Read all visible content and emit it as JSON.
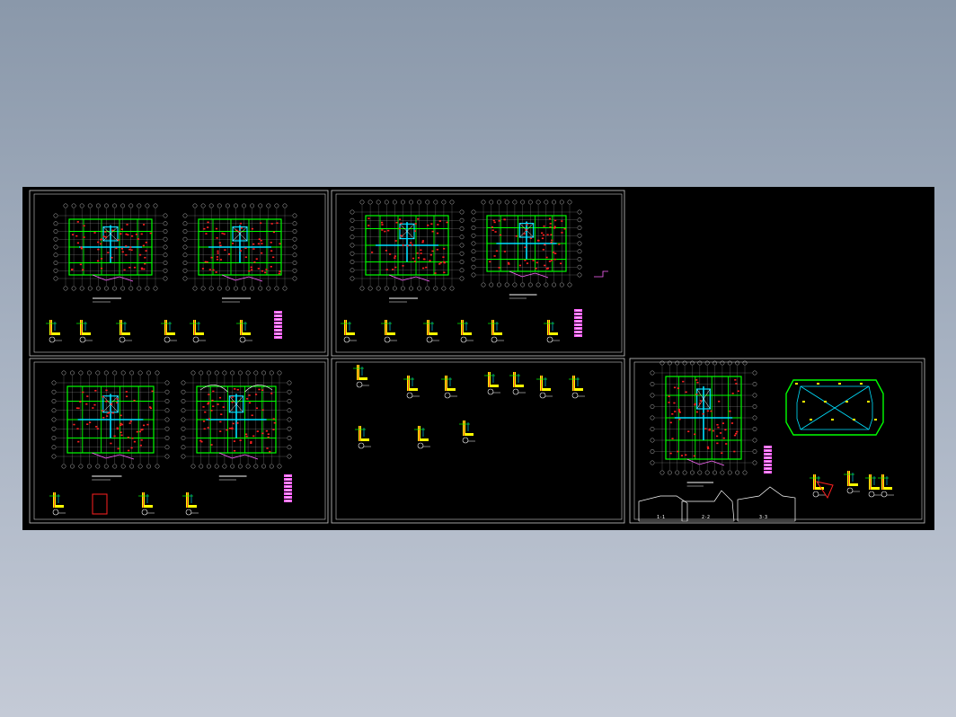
{
  "viewer": {
    "background_top": "#8a98aa",
    "background_bottom": "#c4cad6",
    "canvas_color": "#000000"
  },
  "colors": {
    "frame": "#c8c8c8",
    "grid": "#e0e0e0",
    "wall": "#00e0ff",
    "beam": "#00ff00",
    "column": "#ff2020",
    "dim": "#ff66ff",
    "detail": "#ffff00",
    "text": "#ffffff"
  },
  "section_labels": [
    "1-1",
    "2-2",
    "3-3"
  ]
}
